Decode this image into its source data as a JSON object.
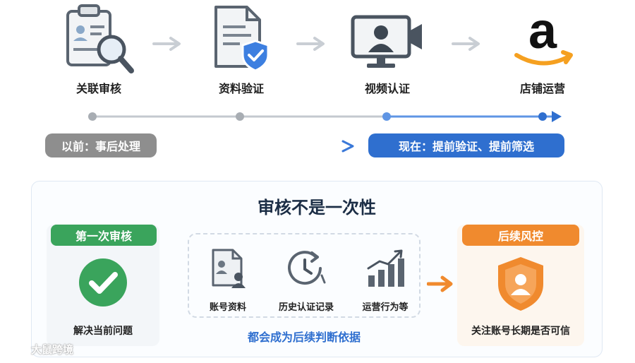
{
  "steps": [
    {
      "label": "关联审核",
      "icon": "clipboard-magnifier-icon"
    },
    {
      "label": "资料验证",
      "icon": "document-shield-icon"
    },
    {
      "label": "视频认证",
      "icon": "video-call-icon"
    },
    {
      "label": "店铺运营",
      "icon": "amazon-logo-icon"
    }
  ],
  "timeline": {
    "before_label": "以前：事后处理",
    "now_label": "现在：提前验证、提前筛选"
  },
  "panel": {
    "title": "审核不是一次性",
    "first_review": {
      "tag": "第一次审核",
      "icon": "green-check-circle-icon",
      "caption": "解决当前问题"
    },
    "records": [
      {
        "label": "账号资料",
        "icon": "profile-document-icon"
      },
      {
        "label": "历史认证记录",
        "icon": "clock-history-icon"
      },
      {
        "label": "运营行为等",
        "icon": "growth-chart-icon"
      }
    ],
    "records_caption": "都会成为后续判断依据",
    "follow_up": {
      "tag": "后续风控",
      "icon": "orange-shield-user-icon",
      "caption": "关注账号长期是否可信"
    }
  },
  "watermark": "大鼠跨境",
  "colors": {
    "blue": "#2f6fcf",
    "gray": "#8e8e8e",
    "green": "#3aa45c",
    "orange": "#f08a2e",
    "amazon_orange": "#f5a020"
  }
}
